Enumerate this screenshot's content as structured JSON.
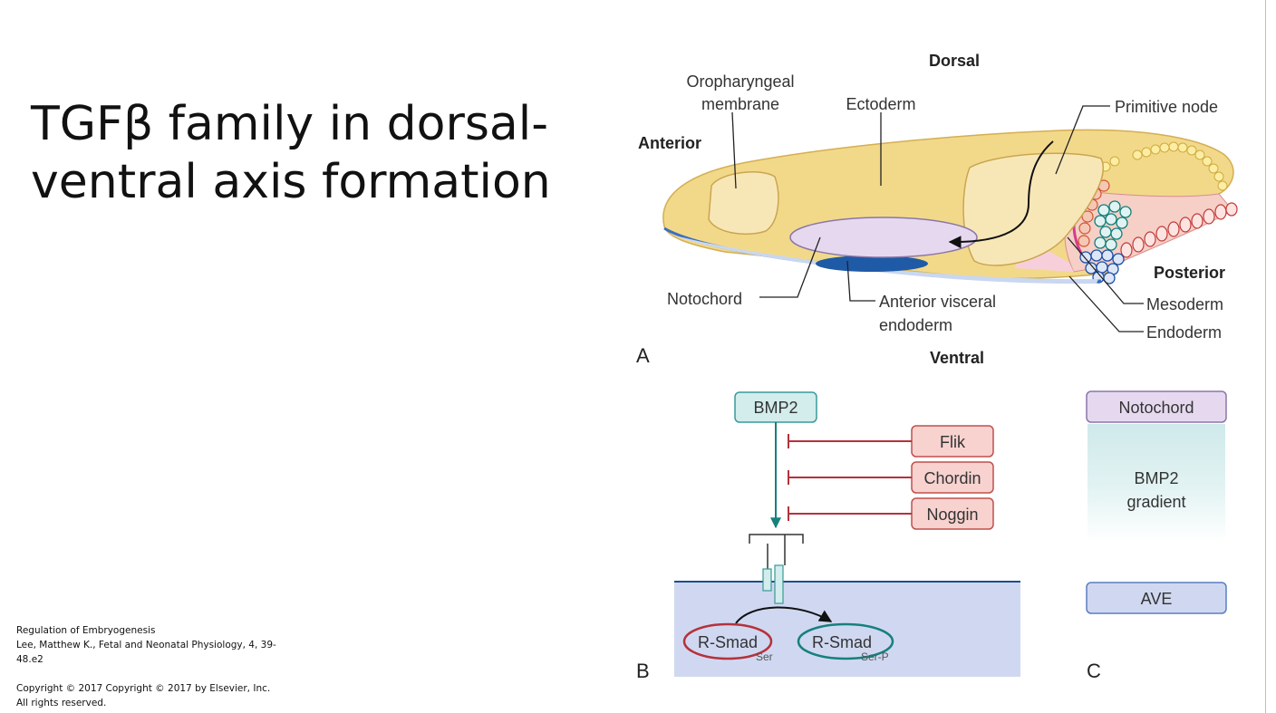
{
  "title": "TGFβ family in dorsal-ventral axis formation",
  "citation": {
    "line1": "Regulation of Embryogenesis",
    "line2": "Lee, Matthew K., Fetal and Neonatal Physiology, 4, 39-48.e2",
    "line3": "Copyright ©  2017   Copyright © 2017 by Elsevier, Inc. All rights reserved."
  },
  "panel_a": {
    "letter": "A",
    "dorsal": "Dorsal",
    "ventral": "Ventral",
    "anterior": "Anterior",
    "posterior": "Posterior",
    "oropharyngeal_line1": "Oropharyngeal",
    "oropharyngeal_line2": "membrane",
    "ectoderm": "Ectoderm",
    "primitive_node": "Primitive node",
    "notochord": "Notochord",
    "ave_line1": "Anterior visceral",
    "ave_line2": "endoderm",
    "mesoderm": "Mesoderm",
    "endoderm": "Endoderm"
  },
  "panel_b": {
    "letter": "B",
    "bmp2": "BMP2",
    "inhibitors": [
      "Flik",
      "Chordin",
      "Noggin"
    ],
    "rsmad": "R-Smad",
    "ser": "Ser",
    "ser_p": "Ser-P"
  },
  "panel_c": {
    "letter": "C",
    "notochord": "Notochord",
    "gradient_line1": "BMP2",
    "gradient_line2": "gradient",
    "ave": "AVE"
  },
  "colors": {
    "ectoderm": "#f2d98a",
    "notochord": "#e6d9ef",
    "ave": "#1f5aa6",
    "bmp2_box": "#d3ecec",
    "inhibitor_box": "#f7d2cf",
    "inhibitor_line": "#b5323b",
    "teal": "#15807c",
    "cell_interior": "#d0d8f1"
  }
}
